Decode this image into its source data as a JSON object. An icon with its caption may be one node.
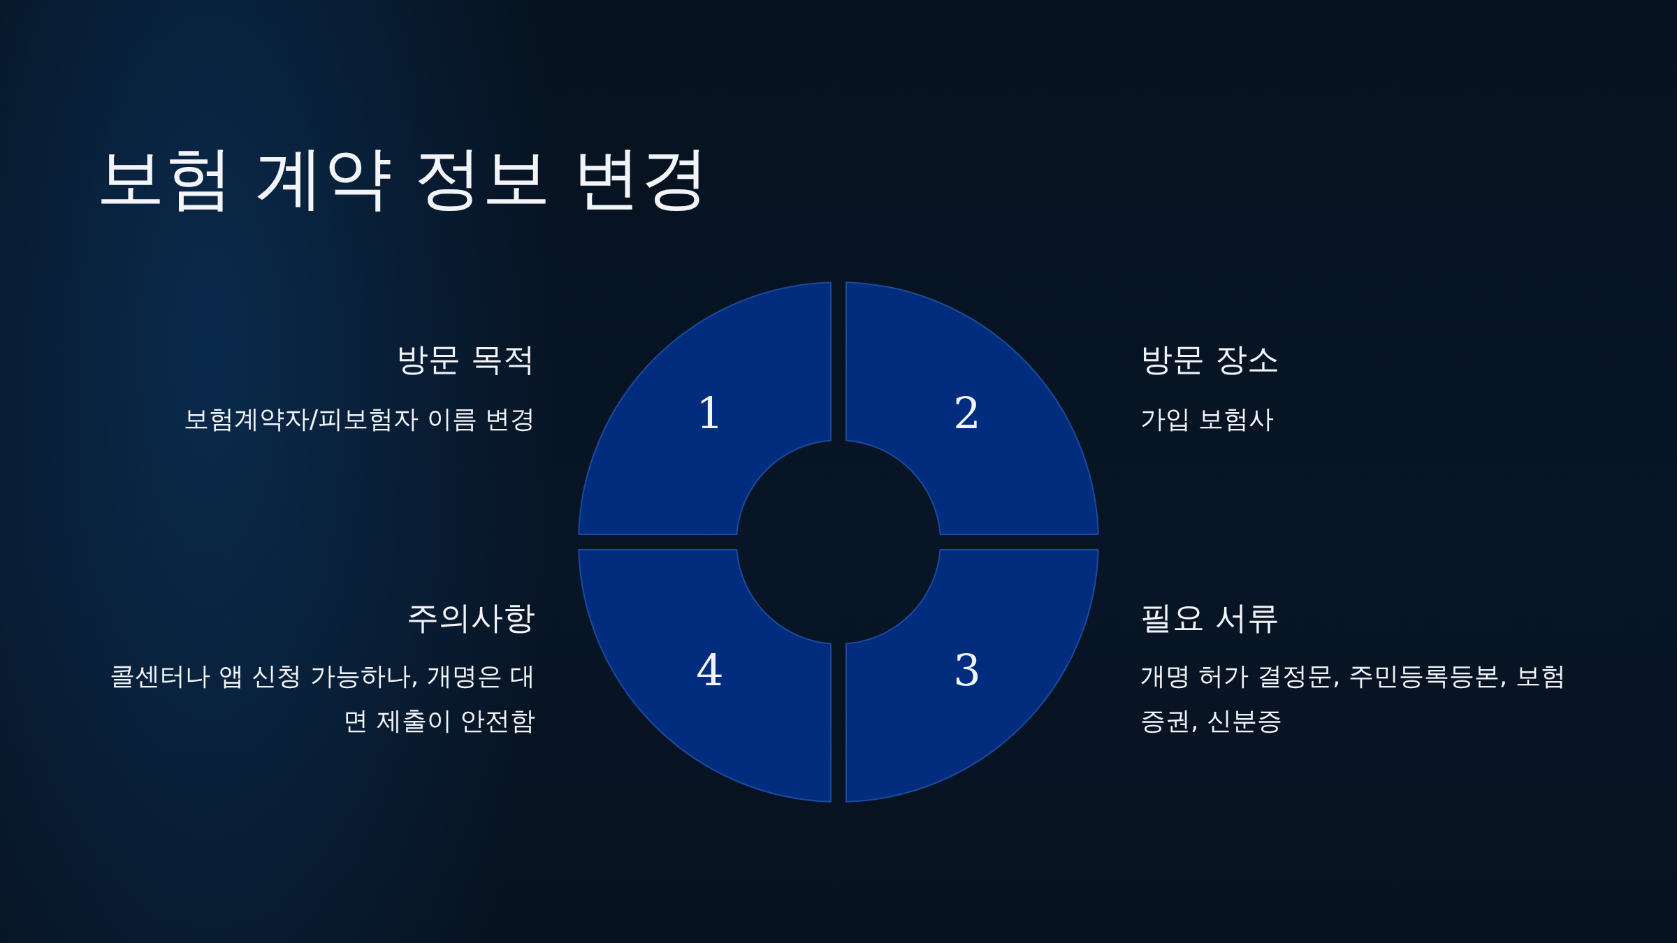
{
  "diagram": {
    "title": "보험 계약 정보 변경",
    "nodes": [
      {
        "text": [
          "1"
        ]
      },
      {
        "text": [
          "2"
        ]
      },
      {
        "text": [
          "3"
        ]
      },
      {
        "text": [
          "4"
        ]
      }
    ],
    "labels": [
      "방문 목적",
      "보험계약자/피보험자 이름 변경",
      "방문 장소",
      "가입 보험사",
      "주의사항",
      "콜센터나 앱 신청 가능하나, 개명은 대면 제출이 안전함",
      "필요 서류",
      "개명 허가 결정문, 주민등록등본, 보험증권, 신분증"
    ]
  }
}
